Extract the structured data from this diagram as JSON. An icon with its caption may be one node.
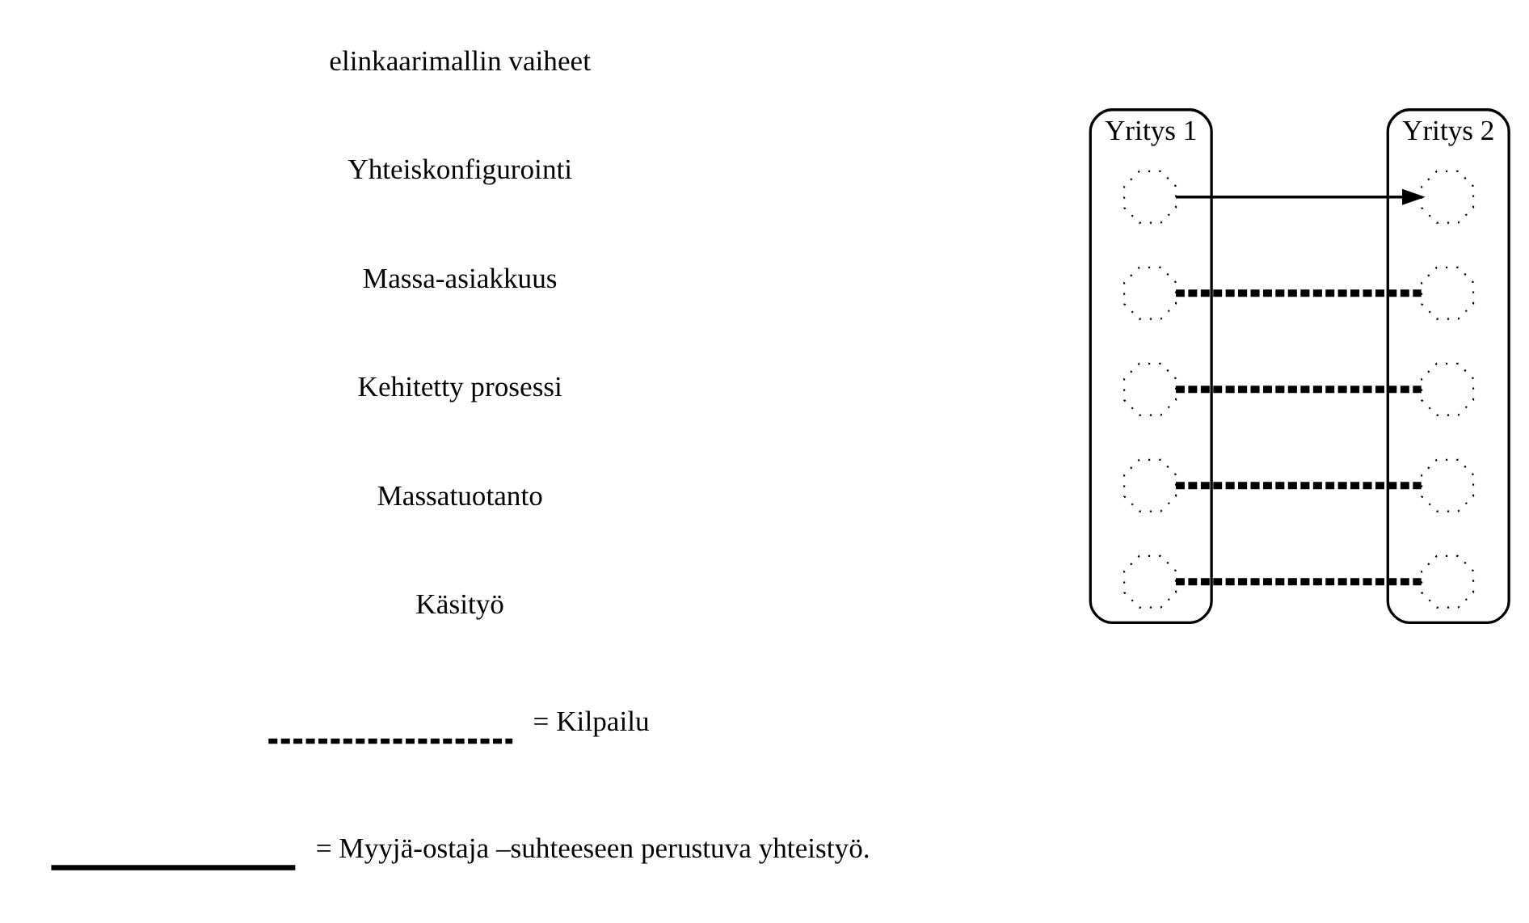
{
  "diagram": {
    "nodes": [
      {
        "text": [
          "Yritys 1"
        ]
      },
      {
        "text": [],
        "shape": "octagon",
        "in": 0
      },
      {
        "text": [],
        "shape": "octagon",
        "in": 0
      },
      {
        "text": [],
        "shape": "octagon",
        "in": 0
      },
      {
        "text": [],
        "shape": "octagon",
        "in": 0
      },
      {
        "text": [],
        "shape": "octagon",
        "in": 0
      },
      {
        "text": [
          "Yritys 2"
        ]
      },
      {
        "text": [],
        "shape": "octagon",
        "in": 6
      },
      {
        "text": [],
        "shape": "octagon",
        "in": 6
      },
      {
        "text": [],
        "shape": "octagon",
        "in": 6
      },
      {
        "text": [],
        "shape": "octagon",
        "in": 6
      },
      {
        "text": [],
        "shape": "octagon",
        "in": 6
      }
    ],
    "edges": [
      {
        "from": 1,
        "to": 7,
        "arrow": "to"
      },
      {
        "from": 2,
        "to": 8,
        "arrow": "none",
        "style": "dashed"
      },
      {
        "from": 3,
        "to": 9,
        "arrow": "none",
        "style": "dashed"
      },
      {
        "from": 4,
        "to": 10,
        "arrow": "none",
        "style": "dashed"
      },
      {
        "from": 5,
        "to": 11,
        "arrow": "none",
        "style": "dashed"
      }
    ],
    "labels": [
      "elinkaarimallin vaiheet",
      "Yhteiskonfigurointi",
      "Massa-asiakkuus",
      "Kehitetty prosessi",
      "Massatuotanto",
      "Käsityö"
    ],
    "legend": [
      {
        "text": "= Kilpailu"
      },
      {
        "text": "= Myyjä-ostaja –suhteeseen perustuva yhteistyö."
      }
    ]
  }
}
